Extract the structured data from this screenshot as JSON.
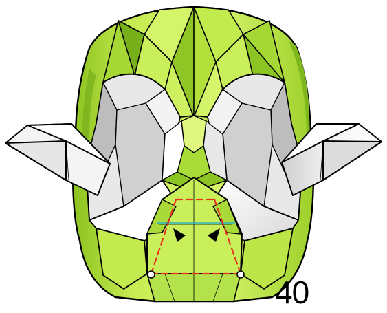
{
  "diagram": {
    "step_number": "40",
    "colors": {
      "paper_front": "#bfe84a",
      "paper_front_light": "#d9f57a",
      "paper_shade": "#7fb81e",
      "paper_back": "#ffffff",
      "paper_back_shade": "#cfcfcf",
      "outline": "#000000",
      "valley_fold_line": "#e8321e",
      "reference_line": "#2ab3c8"
    },
    "symbols": [
      "fold-arrow-left",
      "fold-arrow-right",
      "pivot-point-left",
      "pivot-point-right"
    ]
  }
}
